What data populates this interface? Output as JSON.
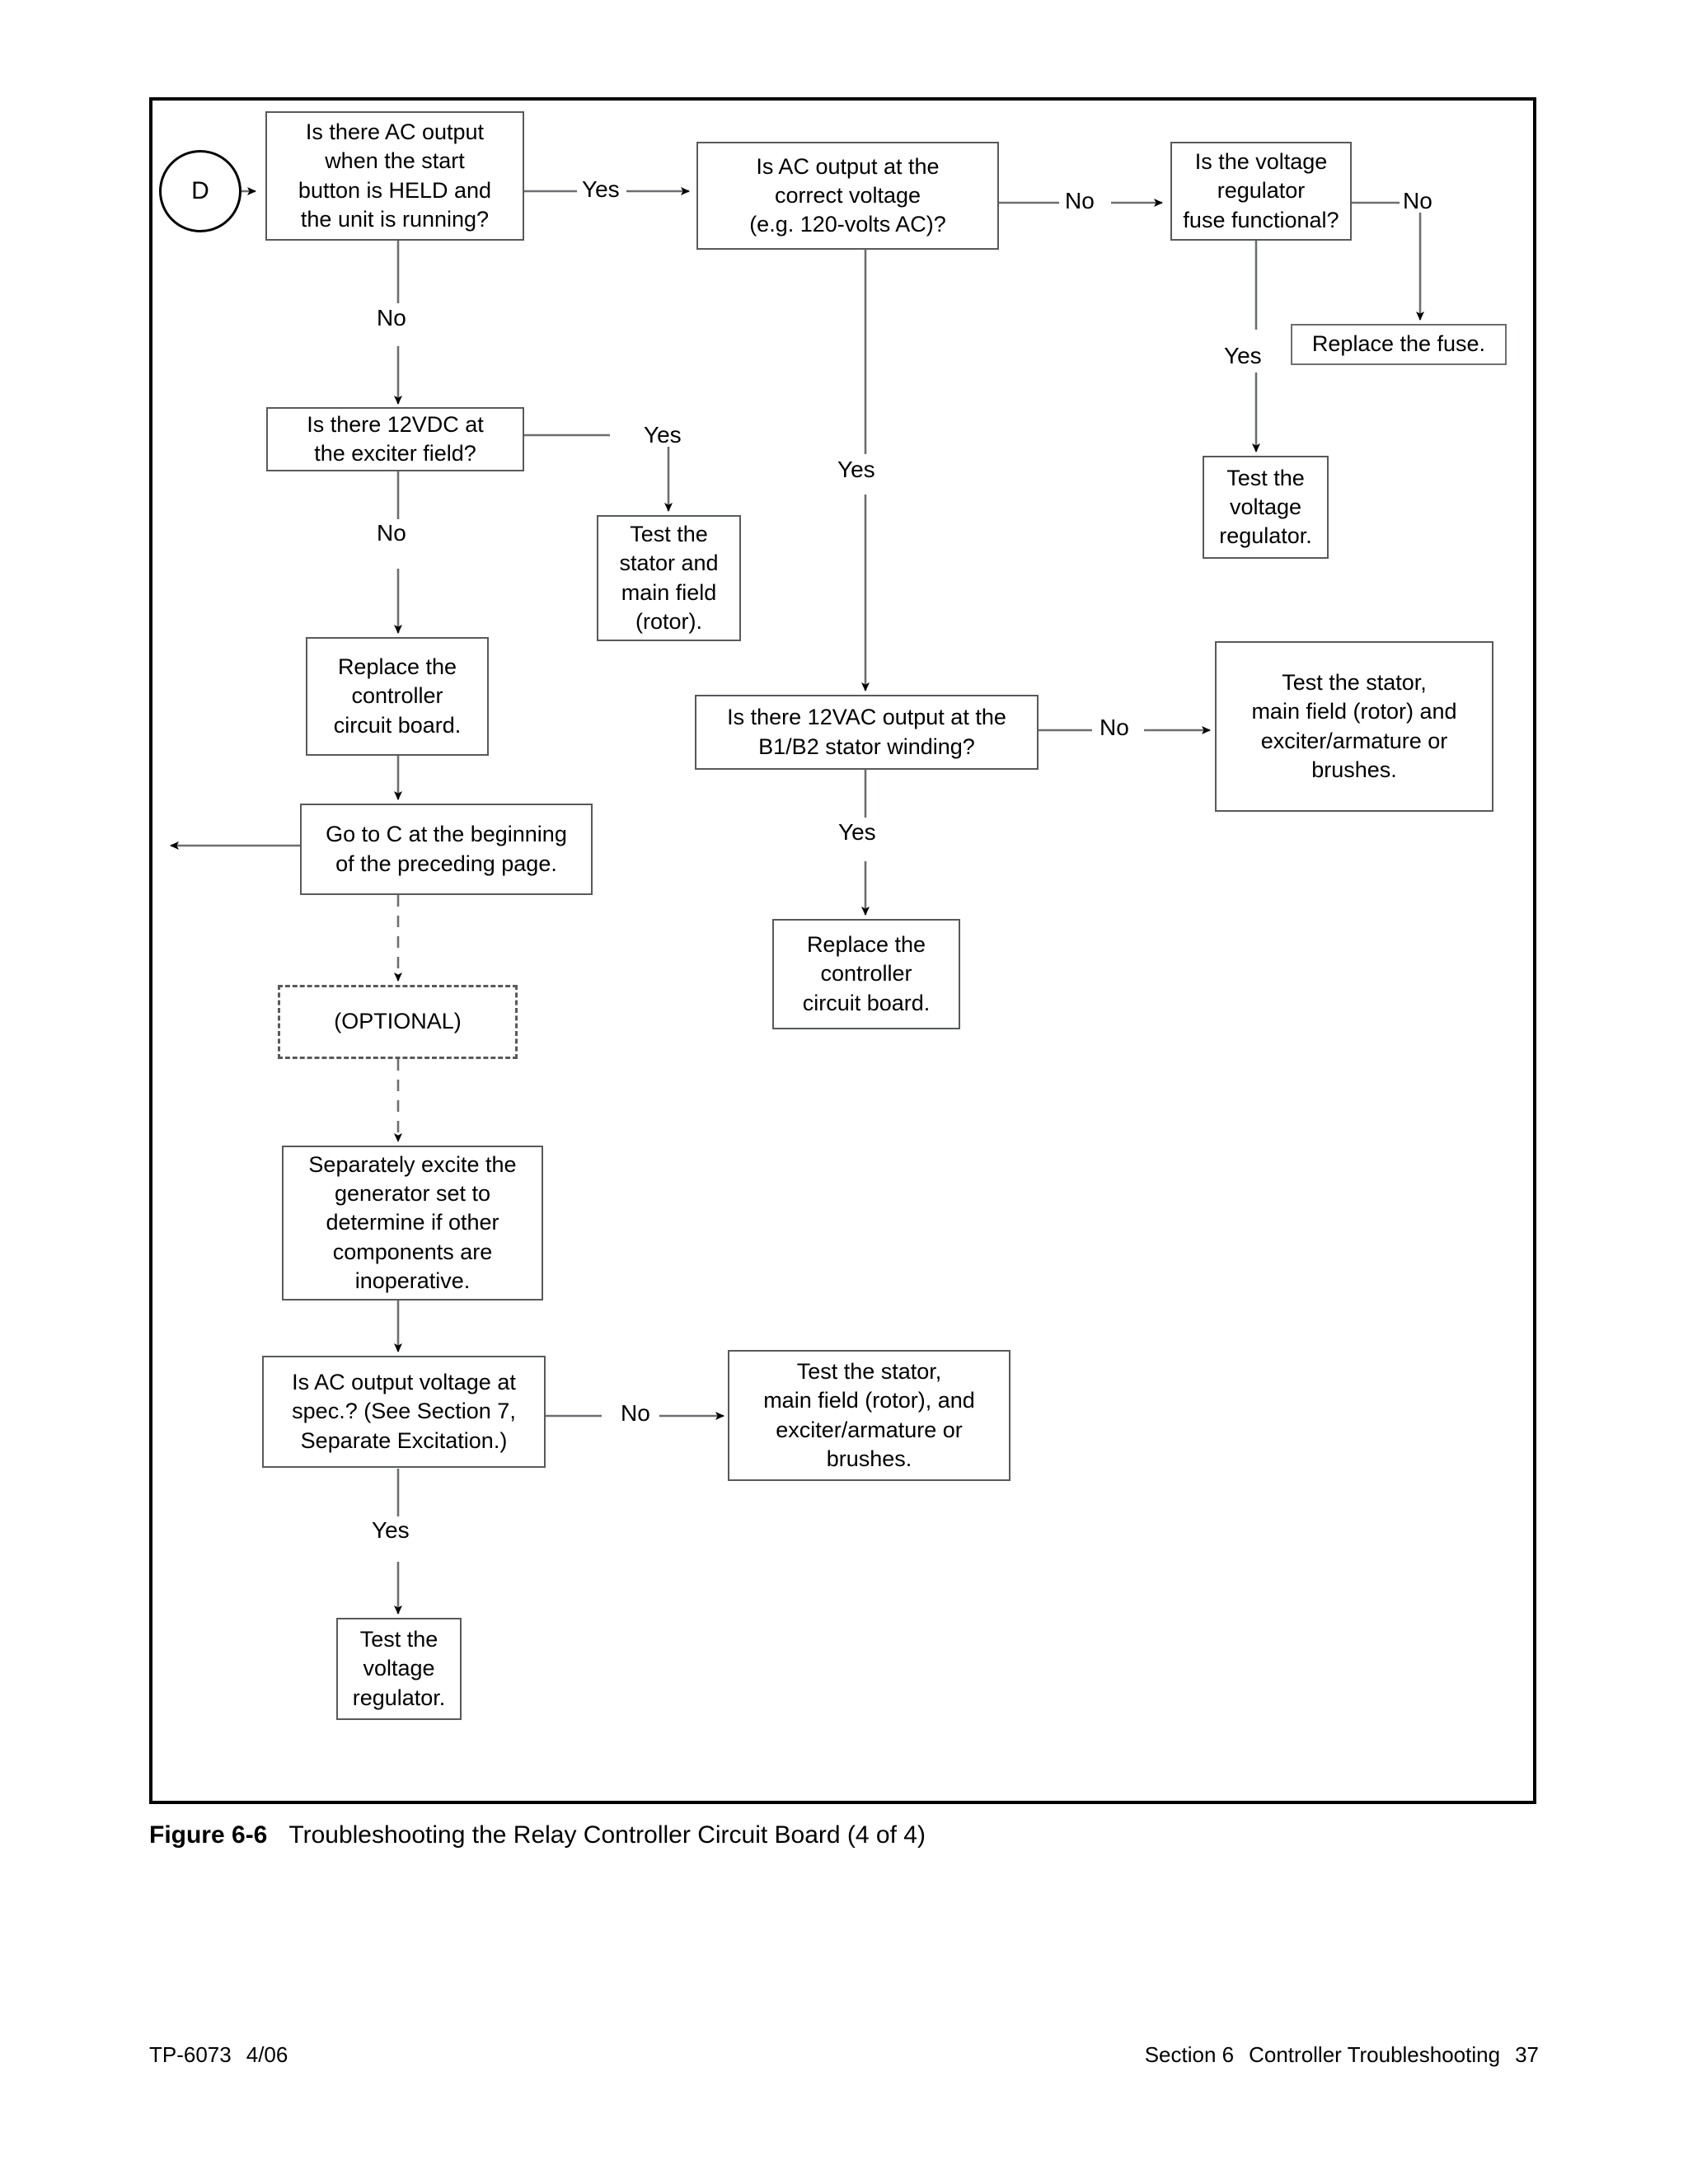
{
  "figure": {
    "caption_number": "Figure 6-6",
    "caption_text": "Troubleshooting the Relay Controller Circuit Board (4 of 4)"
  },
  "footer": {
    "left_doc": "TP-6073",
    "left_date": "4/06",
    "right_section": "Section 6",
    "right_title": "Controller Troubleshooting",
    "right_page": "37"
  },
  "flowchart": {
    "type": "flowchart",
    "connectors": [
      {
        "id": "conn-d",
        "label": "D",
        "shape": "circle"
      }
    ],
    "nodes": [
      {
        "id": "q-ac-output-held",
        "label": "Is there AC output\nwhen the start\nbutton is HELD and\nthe unit is running?",
        "shape": "box"
      },
      {
        "id": "q-correct-voltage",
        "label": "Is AC output at the\ncorrect voltage\n(e.g. 120-volts AC)?",
        "shape": "box"
      },
      {
        "id": "q-regulator-fuse",
        "label": "Is the voltage\nregulator\nfuse functional?",
        "shape": "box"
      },
      {
        "id": "a-replace-fuse",
        "label": "Replace the fuse.",
        "shape": "box"
      },
      {
        "id": "a-test-voltage-reg-top",
        "label": "Test the\nvoltage\nregulator.",
        "shape": "box"
      },
      {
        "id": "q-12vdc-exciter",
        "label": "Is there 12VDC at\nthe exciter field?",
        "shape": "box"
      },
      {
        "id": "a-test-stator-mainfield",
        "label": "Test the\nstator and\nmain field\n(rotor).",
        "shape": "box"
      },
      {
        "id": "a-replace-controller-left",
        "label": "Replace the\ncontroller\ncircuit board.",
        "shape": "box"
      },
      {
        "id": "q-12vac-b1b2",
        "label": "Is there 12VAC output at the\nB1/B2 stator winding?",
        "shape": "box"
      },
      {
        "id": "a-test-stator-exciter-top",
        "label": "Test the stator,\nmain field (rotor) and\nexciter/armature or\nbrushes.",
        "shape": "box"
      },
      {
        "id": "a-replace-controller-mid",
        "label": "Replace the\ncontroller\ncircuit board.",
        "shape": "box"
      },
      {
        "id": "a-go-to-c",
        "label": "Go to C at the beginning\nof the preceding page.",
        "shape": "box"
      },
      {
        "id": "n-optional",
        "label": "(OPTIONAL)",
        "shape": "dashed-box"
      },
      {
        "id": "a-separately-excite",
        "label": "Separately excite the\ngenerator set to\ndetermine if other\ncomponents are\ninoperative.",
        "shape": "box"
      },
      {
        "id": "q-ac-output-spec",
        "label": "Is AC output voltage at\nspec.? (See Section 7,\nSeparate Excitation.)",
        "shape": "box"
      },
      {
        "id": "a-test-stator-exciter-bottom",
        "label": "Test the stator,\nmain field (rotor), and\nexciter/armature or\nbrushes.",
        "shape": "box"
      },
      {
        "id": "a-test-voltage-reg-bottom",
        "label": "Test the\nvoltage\nregulator.",
        "shape": "box"
      }
    ],
    "edges": [
      {
        "from": "conn-d",
        "to": "q-ac-output-held",
        "label": ""
      },
      {
        "from": "q-ac-output-held",
        "to": "q-correct-voltage",
        "label": "Yes"
      },
      {
        "from": "q-ac-output-held",
        "to": "q-12vdc-exciter",
        "label": "No"
      },
      {
        "from": "q-correct-voltage",
        "to": "q-regulator-fuse",
        "label": "No"
      },
      {
        "from": "q-correct-voltage",
        "to": "q-12vac-b1b2",
        "label": "Yes"
      },
      {
        "from": "q-regulator-fuse",
        "to": "a-replace-fuse",
        "label": "No"
      },
      {
        "from": "q-regulator-fuse",
        "to": "a-test-voltage-reg-top",
        "label": "Yes"
      },
      {
        "from": "q-12vdc-exciter",
        "to": "a-test-stator-mainfield",
        "label": "Yes"
      },
      {
        "from": "q-12vdc-exciter",
        "to": "a-replace-controller-left",
        "label": "No"
      },
      {
        "from": "q-12vac-b1b2",
        "to": "a-test-stator-exciter-top",
        "label": "No"
      },
      {
        "from": "q-12vac-b1b2",
        "to": "a-replace-controller-mid",
        "label": "Yes"
      },
      {
        "from": "a-replace-controller-left",
        "to": "a-go-to-c",
        "label": ""
      },
      {
        "from": "a-go-to-c",
        "to": "n-optional",
        "label": ""
      },
      {
        "from": "n-optional",
        "to": "a-separately-excite",
        "label": ""
      },
      {
        "from": "a-separately-excite",
        "to": "q-ac-output-spec",
        "label": ""
      },
      {
        "from": "q-ac-output-spec",
        "to": "a-test-stator-exciter-bottom",
        "label": "No"
      },
      {
        "from": "q-ac-output-spec",
        "to": "a-test-voltage-reg-bottom",
        "label": "Yes"
      }
    ],
    "edge_labels": {
      "yes_held": "Yes",
      "no_held": "No",
      "no_voltage": "No",
      "yes_voltage": "Yes",
      "no_fuse": "No",
      "yes_fuse": "Yes",
      "yes_exciter": "Yes",
      "no_exciter": "No",
      "no_b1b2": "No",
      "yes_b1b2": "Yes",
      "no_spec": "No",
      "yes_spec": "Yes"
    }
  }
}
